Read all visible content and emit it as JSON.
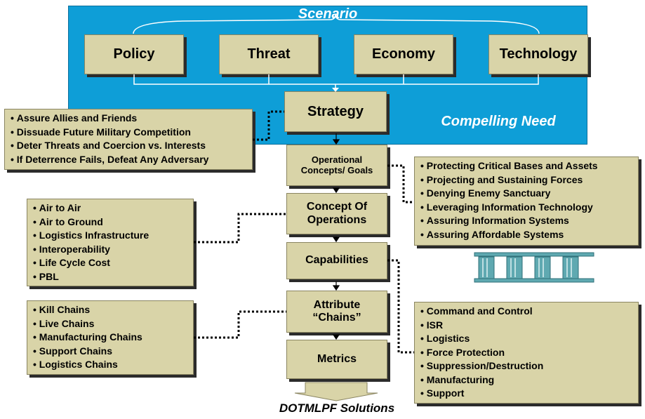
{
  "scenario_panel": {
    "title": "Scenario",
    "subtitle": "Compelling Need",
    "drivers": [
      "Policy",
      "Threat",
      "Economy",
      "Technology"
    ]
  },
  "flow": {
    "strategy": "Strategy",
    "operational_concepts": "Operational Concepts/ Goals",
    "concept_of_operations": "Concept Of Operations",
    "capabilities": "Capabilities",
    "attribute_chains": "Attribute “Chains”",
    "metrics": "Metrics",
    "output": "DOTMLPF Solutions"
  },
  "strategy_goals": [
    "Assure Allies and Friends",
    "Dissuade Future Military Competition",
    "Deter Threats and Coercion vs. Interests",
    "If Deterrence Fails, Defeat Any Adversary"
  ],
  "operational_goals": [
    "Protecting Critical Bases and Assets",
    "Projecting and Sustaining Forces",
    "Denying Enemy Sanctuary",
    "Leveraging Information Technology",
    "Assuring Information Systems",
    "Assuring Affordable Systems"
  ],
  "conops_items": [
    "Air to Air",
    "Air to Ground",
    "Logistics Infrastructure",
    "Interoperability",
    "Life Cycle Cost",
    "PBL"
  ],
  "chain_types": [
    "Kill Chains",
    "Live Chains",
    "Manufacturing Chains",
    "Support Chains",
    "Logistics Chains"
  ],
  "capability_areas": [
    "Command and Control",
    "ISR",
    "Logistics",
    "Force Protection",
    "Suppression/Destruction",
    "Manufacturing",
    "Support"
  ],
  "colors": {
    "panel_blue": "#0e9ed7",
    "box_khaki": "#d9d4a8",
    "pillar_teal": "#5fa9b1"
  }
}
